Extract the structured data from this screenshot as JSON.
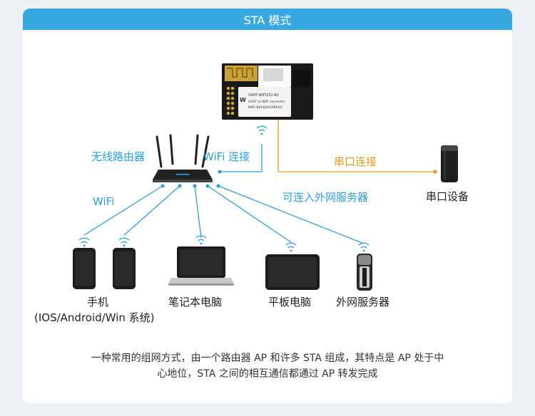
{
  "header": {
    "title": "STA 模式"
  },
  "colors": {
    "accent": "#38a8e0",
    "wifi": "#2aa0e0",
    "serial": "#e89a16"
  },
  "module": {
    "line1": "UART-WIFI232-B2",
    "line2": "UART to WiFi converter",
    "line3": "MAC:B4A020AABXXX"
  },
  "labels": {
    "router": "无线路由器",
    "wifi_link": "WiFi 连接",
    "serial_link": "串口连接",
    "serial_device": "串口设备",
    "wifi": "WiFi",
    "internet": "可连入外网服务器",
    "phone": "手机",
    "phone_os": "(IOS/Android/Win 系统)",
    "laptop": "笔记本电脑",
    "tablet": "平板电脑",
    "server": "外网服务器"
  },
  "description": {
    "line1": "一种常用的组网方式，由一个路由器 AP 和许多 STA 组成，其特点是 AP 处于中",
    "line2": "心地位，STA 之间的相互通信都通过 AP 转发完成"
  }
}
